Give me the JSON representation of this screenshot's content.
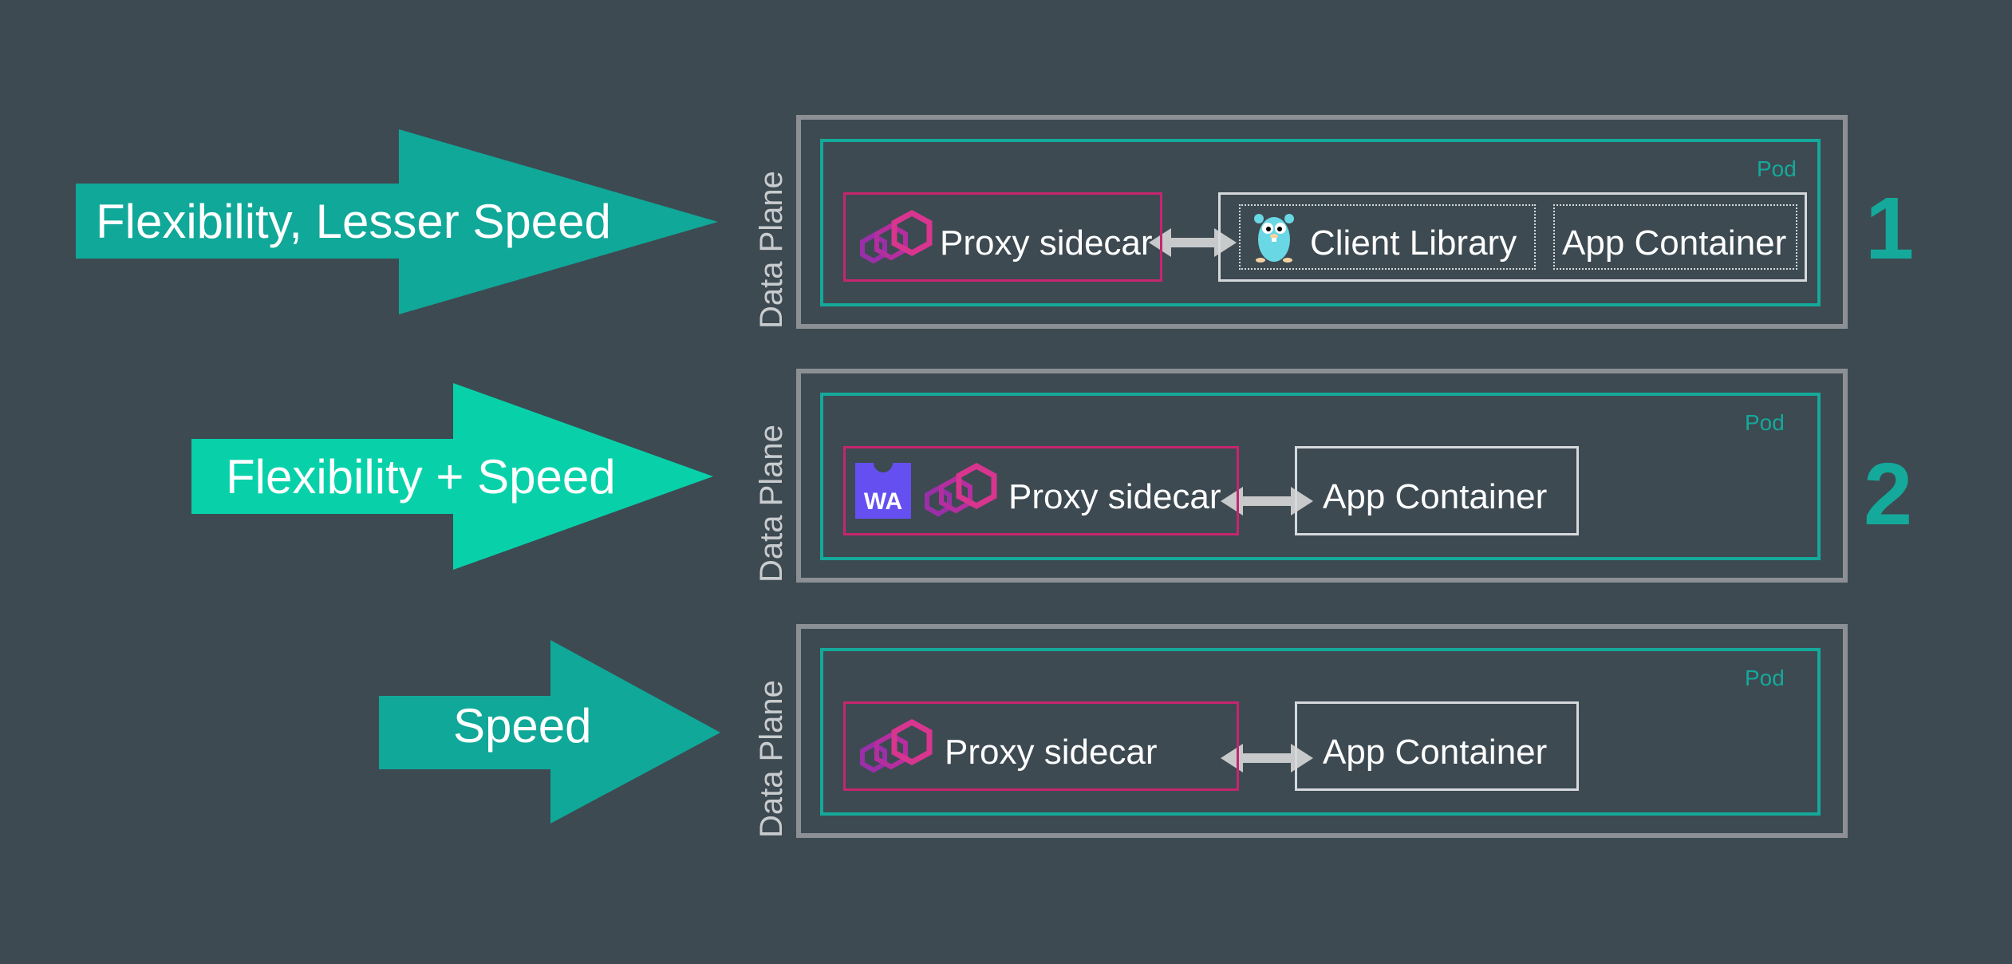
{
  "colors": {
    "background": "#3d4a52",
    "arrow_teal": "#10a898",
    "arrow_bright": "#08d1aa",
    "pod_green": "#14a99a",
    "proxy_magenta": "#c7256f",
    "data_plane_gray": "#8c9094",
    "app_white": "#d6d9dc",
    "connector_gray": "#c8c9ca",
    "wasm_purple": "#654ff0"
  },
  "arrows": [
    {
      "label": "Flexibility, Lesser Speed"
    },
    {
      "label": "Flexibility + Speed"
    },
    {
      "label": "Speed"
    }
  ],
  "rows": [
    {
      "data_plane_label": "Data Plane",
      "pod_label": "Pod",
      "proxy_label": "Proxy sidecar",
      "client_library_label": "Client Library",
      "app_container_label": "App Container",
      "number": "1",
      "icons": [
        "envoy-hex-icon",
        "go-gopher-icon"
      ]
    },
    {
      "data_plane_label": "Data Plane",
      "pod_label": "Pod",
      "wasm_badge": "WA",
      "proxy_label": "Proxy sidecar",
      "app_container_label": "App Container",
      "number": "2",
      "icons": [
        "webassembly-icon",
        "envoy-hex-icon"
      ]
    },
    {
      "data_plane_label": "Data Plane",
      "pod_label": "Pod",
      "proxy_label": "Proxy sidecar",
      "app_container_label": "App Container",
      "icons": [
        "envoy-hex-icon"
      ]
    }
  ]
}
